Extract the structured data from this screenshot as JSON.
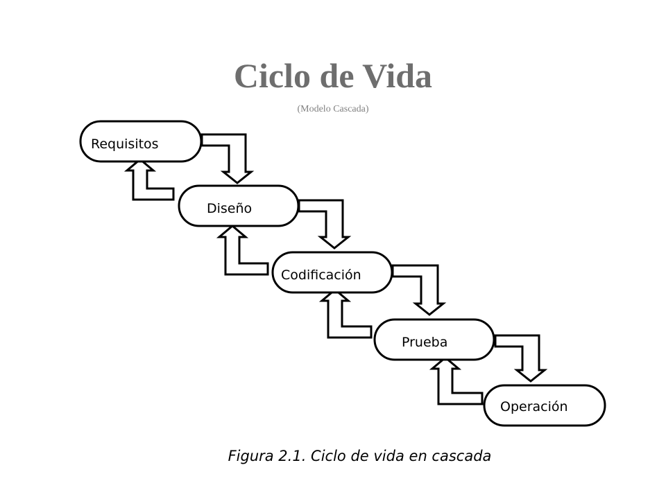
{
  "header": {
    "title": "Ciclo de Vida",
    "subtitle": "(Modelo Cascada)"
  },
  "stages": [
    {
      "id": "requisitos",
      "label": "Requisitos"
    },
    {
      "id": "diseno",
      "label": "Diseño"
    },
    {
      "id": "codificacion",
      "label": "Codificación"
    },
    {
      "id": "prueba",
      "label": "Prueba"
    },
    {
      "id": "operacion",
      "label": "Operación"
    }
  ],
  "caption": "Figura 2.1. Ciclo de vida en cascada"
}
